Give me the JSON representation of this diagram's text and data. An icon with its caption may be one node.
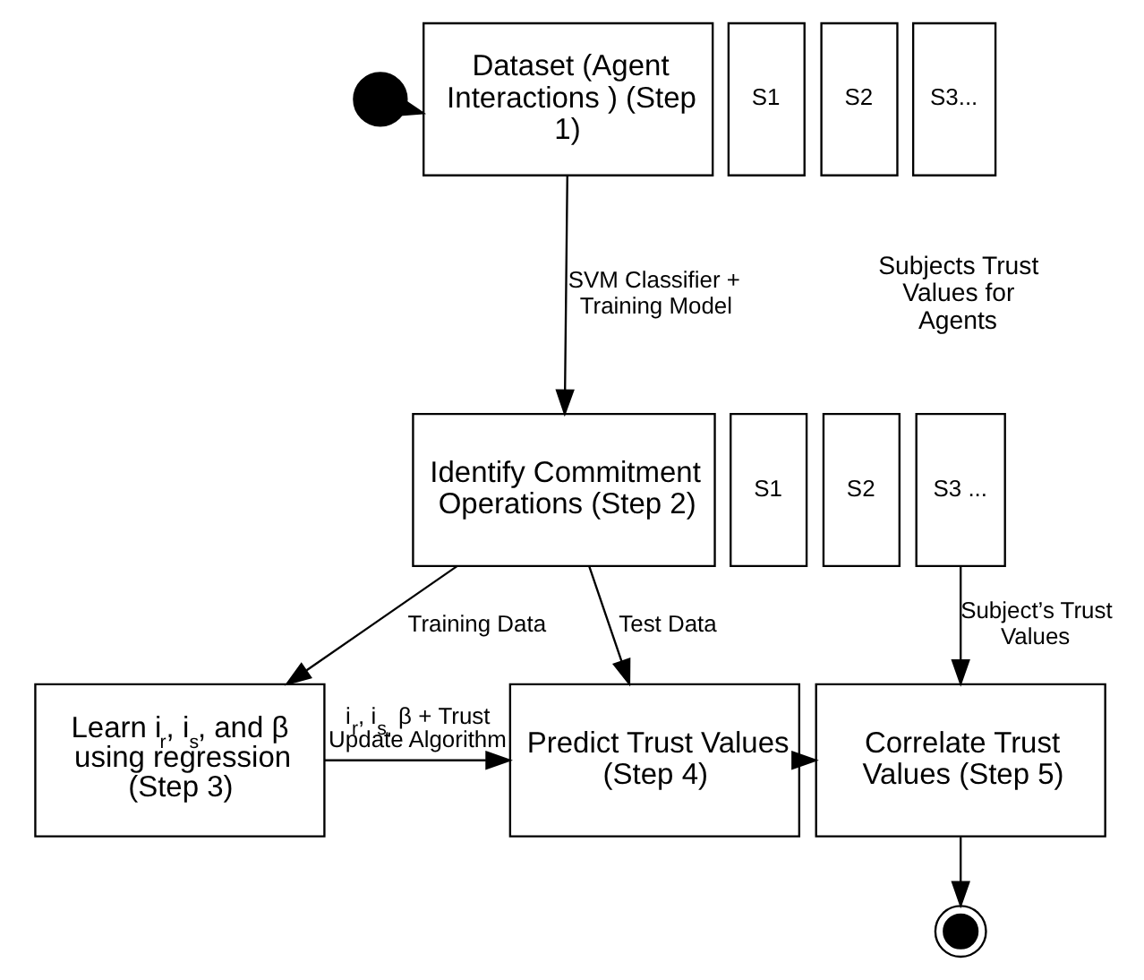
{
  "diagram": {
    "nodes": [
      {
        "text": [],
        "shape": "circle"
      },
      {
        "text": [
          "Dataset (Agent Interactions ) (Step 1)"
        ]
      },
      {
        "text": [
          "S1"
        ]
      },
      {
        "text": [
          "S2"
        ]
      },
      {
        "text": [
          "S3..."
        ]
      },
      {
        "text": [
          "Identify Commitment Operations (Step 2)"
        ]
      },
      {
        "text": [
          "S1"
        ]
      },
      {
        "text": [
          "S2"
        ]
      },
      {
        "text": [
          "S3 ..."
        ]
      },
      {
        "text": [
          "Learn i$_{r}$, i$_{s}$, and β using regression (Step 3)"
        ]
      },
      {
        "text": [
          "Predict Trust Values (Step 4)"
        ]
      },
      {
        "text": [
          "Correlate Trust Values (Step 5)"
        ]
      },
      {
        "text": [],
        "shape": "bullseye"
      }
    ],
    "edges": [
      {
        "from": 0,
        "to": 1,
        "arrow": "to"
      },
      {
        "from": 1,
        "to": 5,
        "arrow": "to",
        "label": "SVM Classifier + Training Model"
      },
      {
        "from": 5,
        "to": 9,
        "arrow": "to",
        "label": "Training Data"
      },
      {
        "from": 5,
        "to": 10,
        "arrow": "to",
        "label": "Test Data"
      },
      {
        "from": 8,
        "to": 11,
        "arrow": "to",
        "label": "Subject’s Trust Values"
      },
      {
        "from": 9,
        "to": 10,
        "arrow": "to",
        "label": "i$_{r}$, i$_{s,}$ β + Trust Update Algorithm"
      },
      {
        "from": 10,
        "to": 11,
        "arrow": "to"
      },
      {
        "from": 11,
        "to": 12,
        "arrow": "to"
      }
    ],
    "labels": [
      "Subjects Trust Values for Agents"
    ]
  }
}
